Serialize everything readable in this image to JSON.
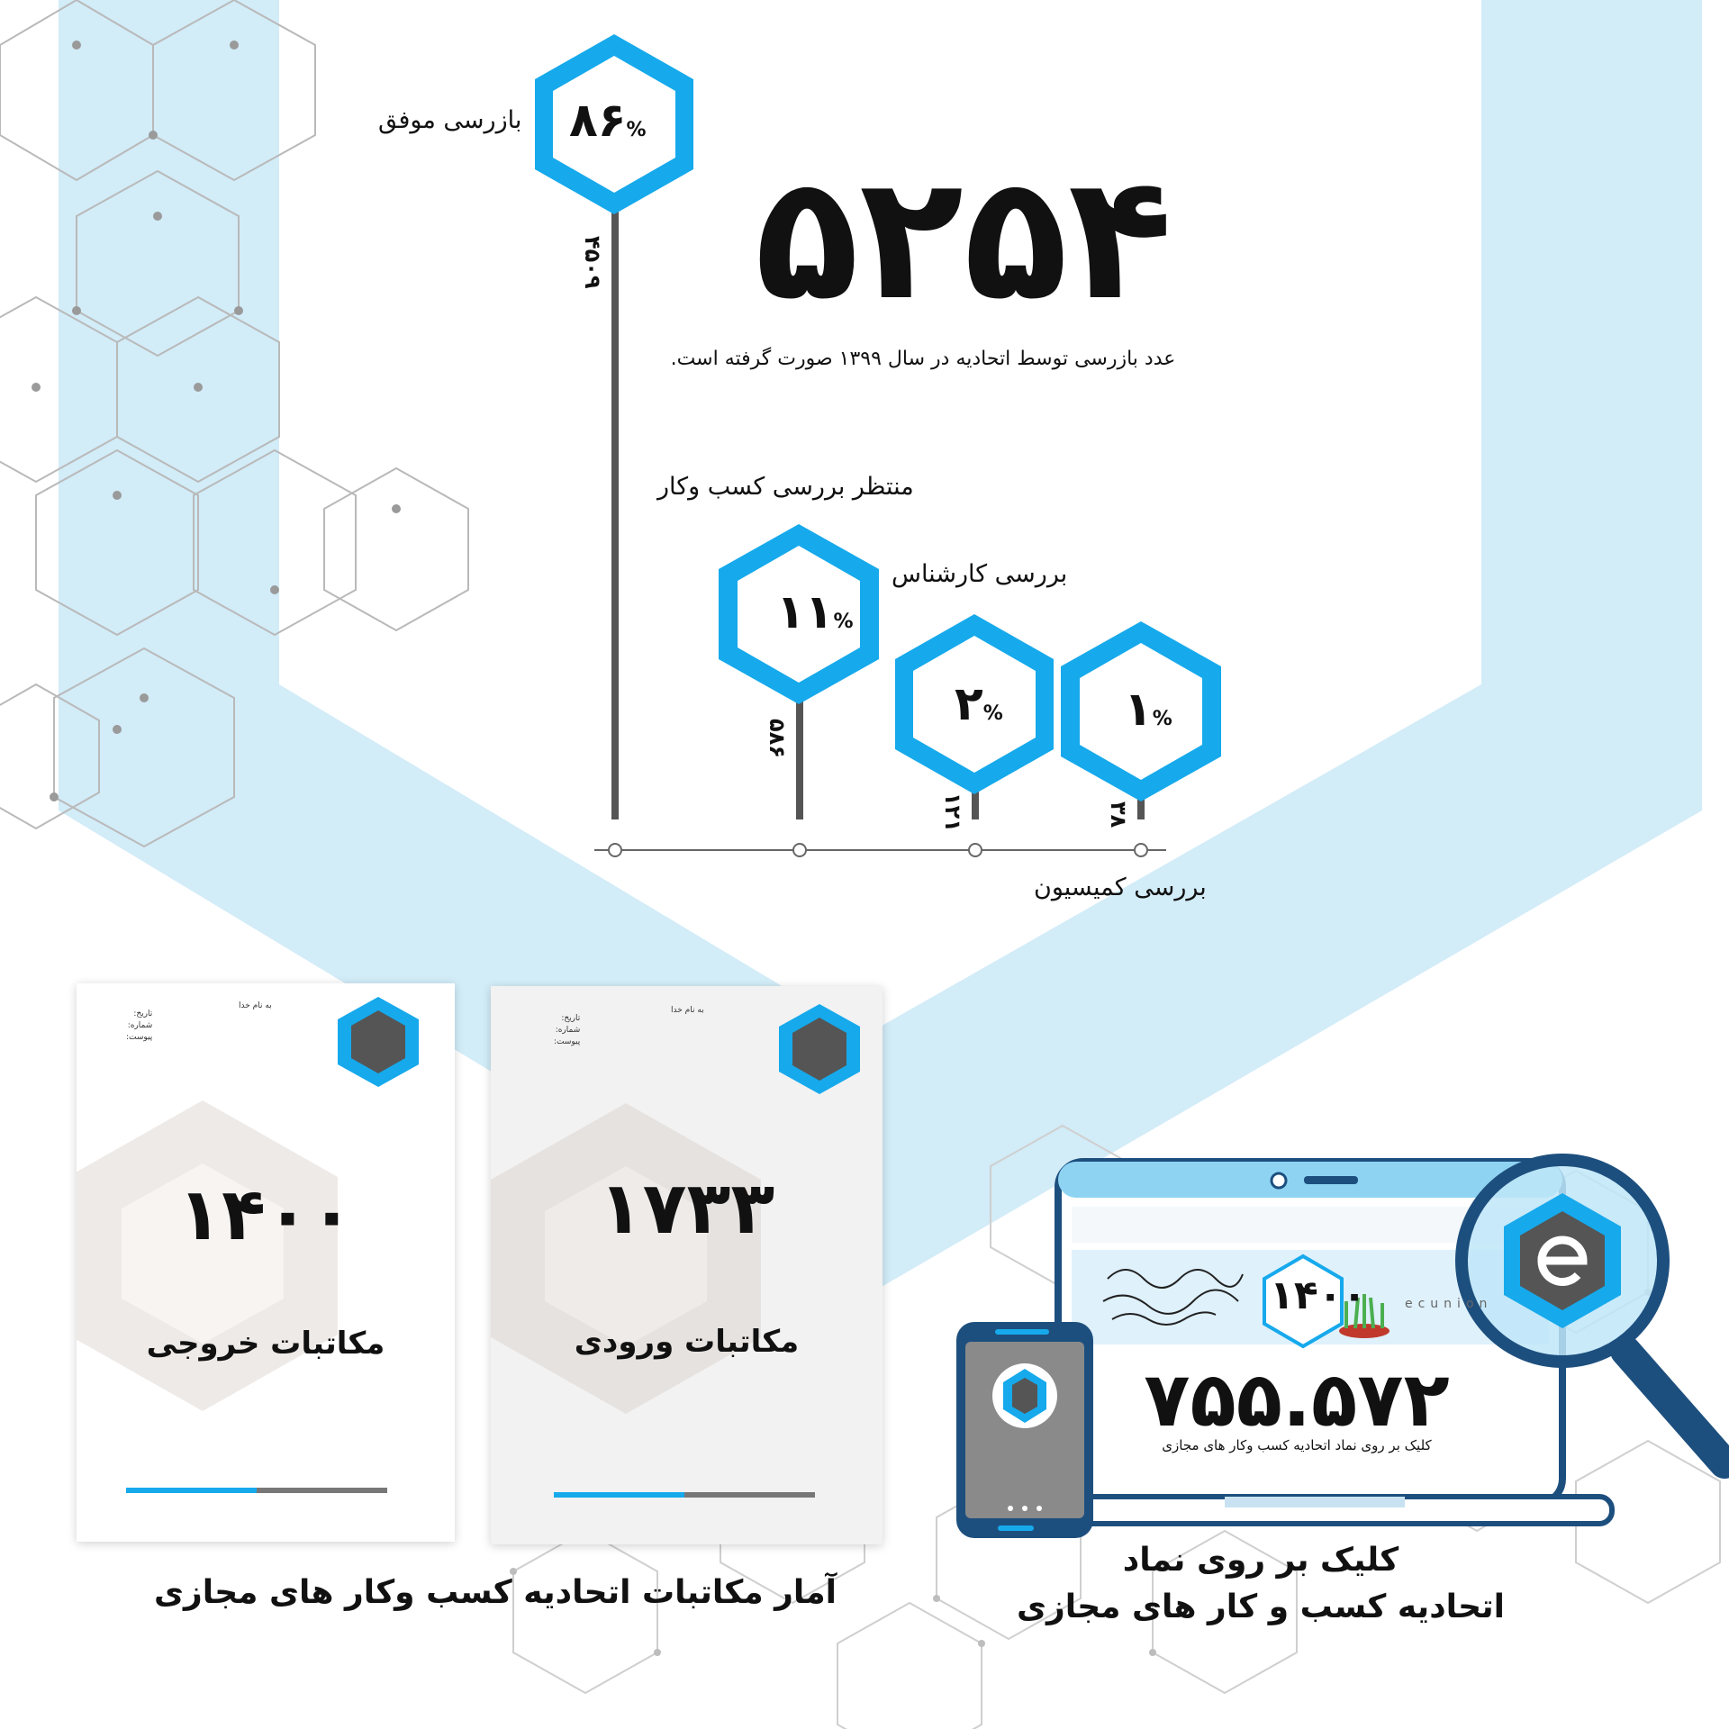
{
  "colors": {
    "accent": "#16a9ec",
    "light_band": "#d2ecf8",
    "dark_navy": "#1d4f7e",
    "stem": "#555555",
    "paper_gray": "#f2f2f2"
  },
  "inspections": {
    "total": "۵۲۵۴",
    "total_caption": "عدد بازرسی توسط اتحادیه در سال ۱۳۹۹ صورت گرفته است.",
    "items": [
      {
        "label": "بازرسی موفق",
        "percent": "۸۶",
        "percent_sign": "%",
        "count": "۴۵۰۹"
      },
      {
        "label": "منتظر بررسی کسب وکار",
        "percent": "۱۱",
        "percent_sign": "%",
        "count": "۵۸۶"
      },
      {
        "label": "بررسی کارشناس",
        "percent": "۲",
        "percent_sign": "%",
        "count": "۱۲۱"
      },
      {
        "label": "بررسی کمیسیون",
        "percent": "۱",
        "percent_sign": "%",
        "count": "۳۸"
      }
    ]
  },
  "letters": {
    "outgoing": {
      "count": "۱۴۰۰",
      "title": "مکاتبات خروجی"
    },
    "incoming": {
      "count": "۱۷۳۳",
      "title": "مکاتبات ورودی"
    },
    "header_basmala": "به نام خدا",
    "header_fields": [
      "تاریخ:",
      "شماره:",
      "پیوست:"
    ],
    "caption": "آمار مکاتبات اتحادیه کسب  وکار های مجازی"
  },
  "clicks": {
    "count": "۷۵۵.۵۷۲",
    "subtitle": "کلیک بر روی نماد اتحادیه کسب وکار های مجازی",
    "caption_line1": "کلیک بر روی نماد",
    "caption_line2": "اتحادیه کسب و کار های مجازی",
    "banner_year": "۱۴۰۰",
    "site_name": "ecunion"
  },
  "icons": [
    "ecunion-logo-icon",
    "magnifier-icon",
    "laptop-icon",
    "phone-icon"
  ]
}
